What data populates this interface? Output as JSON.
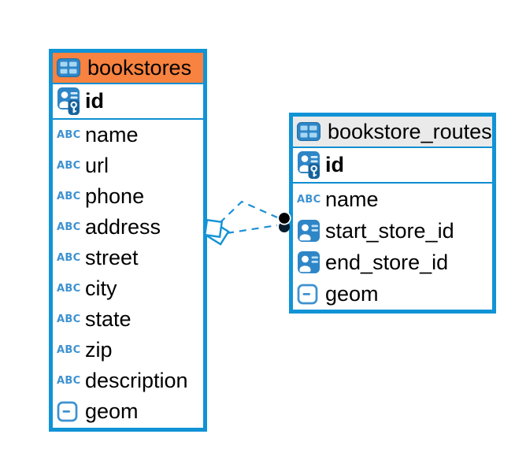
{
  "colors": {
    "table_border": "#1193d6",
    "separator": "#0e8ed2",
    "bookstores_header_bg": "#f8823f",
    "routes_header_bg": "#eaeaea",
    "icon_blue": "#2e86c7",
    "icon_light_blue": "#a8d6f2",
    "type_text_blue": "#3d92d1",
    "relation_line_blue": "#1e8ed6",
    "text": "#000000"
  },
  "tables": [
    {
      "id": "bookstores",
      "title": "bookstores",
      "header_icon": "table-icon",
      "primary_key": {
        "name": "id",
        "icon": "primary-key-icon"
      },
      "columns": [
        {
          "name": "name",
          "icon": "text-type-icon"
        },
        {
          "name": "url",
          "icon": "text-type-icon"
        },
        {
          "name": "phone",
          "icon": "text-type-icon"
        },
        {
          "name": "address",
          "icon": "text-type-icon"
        },
        {
          "name": "street",
          "icon": "text-type-icon"
        },
        {
          "name": "city",
          "icon": "text-type-icon"
        },
        {
          "name": "state",
          "icon": "text-type-icon"
        },
        {
          "name": "zip",
          "icon": "text-type-icon"
        },
        {
          "name": "description",
          "icon": "text-type-icon"
        },
        {
          "name": "geom",
          "icon": "geometry-type-icon"
        }
      ]
    },
    {
      "id": "bookstore_routes",
      "title": "bookstore_routes",
      "header_icon": "table-icon",
      "primary_key": {
        "name": "id",
        "icon": "primary-key-icon"
      },
      "columns": [
        {
          "name": "name",
          "icon": "text-type-icon"
        },
        {
          "name": "start_store_id",
          "icon": "foreign-key-icon"
        },
        {
          "name": "end_store_id",
          "icon": "foreign-key-icon"
        },
        {
          "name": "geom",
          "icon": "geometry-type-icon"
        }
      ]
    }
  ],
  "relationships": [
    {
      "from_table": "bookstores",
      "to_table": "bookstore_routes",
      "line_style": "dashed",
      "from_marker": "diamond-marker",
      "to_marker": "dot-marker"
    },
    {
      "from_table": "bookstores",
      "to_table": "bookstore_routes",
      "line_style": "dashed",
      "from_marker": "diamond-marker",
      "to_marker": "dot-marker"
    }
  ]
}
